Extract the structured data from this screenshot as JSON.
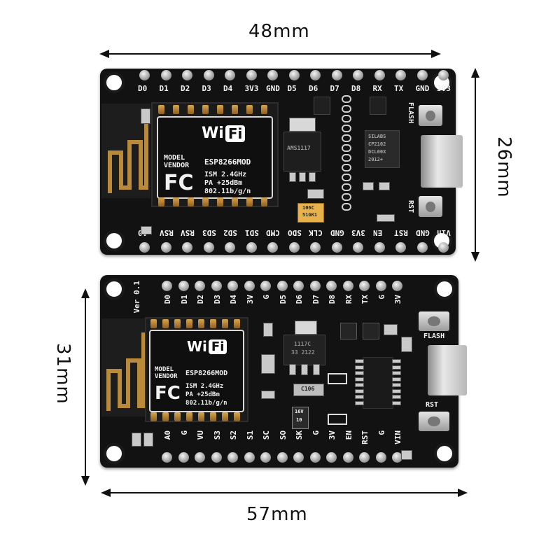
{
  "dimensions": {
    "top_width": "48mm",
    "top_height": "26mm",
    "bottom_height": "31mm",
    "bottom_width": "57mm"
  },
  "board_top": {
    "pins_top_labels": [
      "D0",
      "D1",
      "D2",
      "D3",
      "D4",
      "3V3",
      "GND",
      "D5",
      "D6",
      "D7",
      "D8",
      "RX",
      "TX",
      "GND",
      "3V3"
    ],
    "pins_bottom_labels": [
      "A0",
      "RSV",
      "RSV",
      "SD3",
      "SD2",
      "SD1",
      "CMD",
      "SDO",
      "CLK",
      "GND",
      "3V3",
      "EN",
      "RST",
      "GND",
      "Vin"
    ],
    "module": {
      "wifi_logo_left": "Wi",
      "wifi_logo_right": "Fi",
      "model_line1": "MODEL",
      "model_line2": "VENDOR",
      "model_name": "ESP8266MOD",
      "spec1": "ISM 2.4GHz",
      "spec2": "PA  +25dBm",
      "spec3": "802.11b/g/n",
      "fc_mark": "FC"
    },
    "button_flash": "FLASH",
    "button_rst": "RST",
    "usb_chip": [
      "SILABS",
      "CP2102",
      "DCL00X",
      "2012+"
    ],
    "regulator": "AMS1117",
    "capacitor": [
      "106C",
      "51GK1"
    ]
  },
  "board_bottom": {
    "version": "Ver 0.1",
    "pins_top_labels": [
      "D0",
      "D1",
      "D2",
      "D3",
      "D4",
      "3V",
      "G",
      "D5",
      "D6",
      "D7",
      "D8",
      "RX",
      "TX",
      "G",
      "3V"
    ],
    "pins_bottom_labels": [
      "A0",
      "G",
      "VU",
      "S3",
      "S2",
      "S1",
      "SC",
      "SO",
      "SK",
      "G",
      "3V",
      "EN",
      "RST",
      "G",
      "VIN"
    ],
    "module": {
      "wifi_logo_left": "Wi",
      "wifi_logo_right": "Fi",
      "model_line1": "MODEL",
      "model_line2": "VENDOR",
      "model_name": "ESP8266MOD",
      "spec1": "ISM 2.4GHz",
      "spec2": "PA  +25dBm",
      "spec3": "802.11b/g/n",
      "fc_mark": "FC"
    },
    "button_flash": "FLASH",
    "button_rst": "RST",
    "regulator": [
      "1117C",
      "33 2122"
    ],
    "capacitor_top": "C106",
    "capacitor_bottom": [
      "16V",
      "10"
    ]
  }
}
